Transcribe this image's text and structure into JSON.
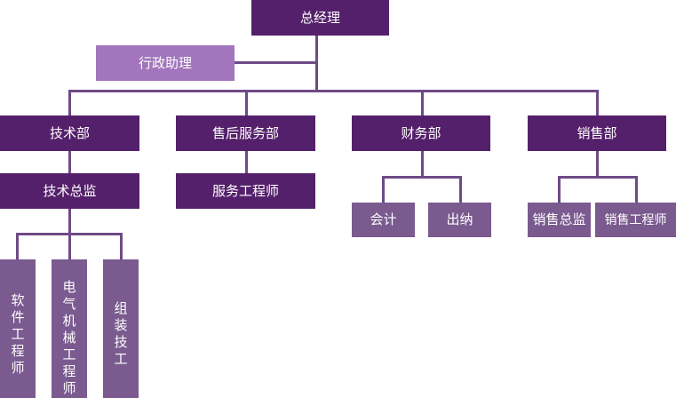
{
  "org_chart": {
    "ceo": "总经理",
    "assistant": "行政助理",
    "departments": {
      "tech": "技术部",
      "after_sales": "售后服务部",
      "finance": "财务部",
      "sales": "销售部"
    },
    "tech": {
      "director": "技术总监",
      "roles": [
        "软件工程师",
        "电气机械工程师",
        "组装技工"
      ]
    },
    "after_sales": {
      "role": "服务工程师"
    },
    "finance": {
      "roles": [
        "会计",
        "出纳"
      ]
    },
    "sales": {
      "roles": [
        "销售总监",
        "销售工程师"
      ]
    }
  }
}
